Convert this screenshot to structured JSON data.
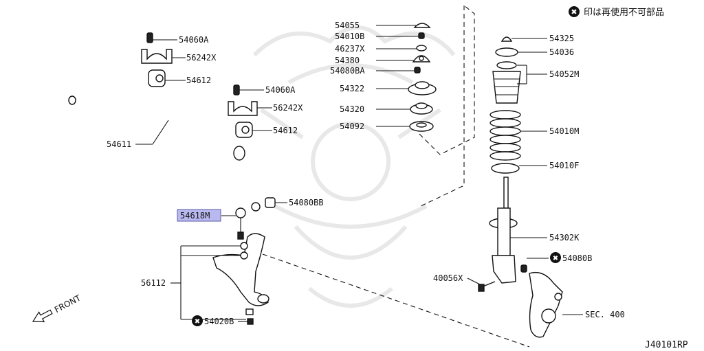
{
  "note": {
    "mark": "✖",
    "text": "印は再使用不可部品"
  },
  "diagram_id": "J40101RP",
  "front_label": "FRONT",
  "labels": {
    "p54055": "54055",
    "p54010B": "54010B",
    "p46237X": "46237X",
    "p54380": "54380",
    "p54080BA": "54080BA",
    "p54322": "54322",
    "p54320": "54320",
    "p54092": "54092",
    "p54325": "54325",
    "p54036": "54036",
    "p54052M": "54052M",
    "p54010M": "54010M",
    "p54010F": "54010F",
    "p54302K": "54302K",
    "p54080B": "54080B",
    "p40056X": "40056X",
    "pSEC400": "SEC. 400",
    "p54060A_1": "54060A",
    "p56242X_1": "56242X",
    "p54612_1": "54612",
    "p54611": "54611",
    "p54060A_2": "54060A",
    "p56242X_2": "56242X",
    "p54612_2": "54612",
    "p54080BB": "54080BB",
    "p54618M": "54618M",
    "p56112": "56112",
    "p54020B": "54020B"
  },
  "highlight_color": "#b9b9f0"
}
